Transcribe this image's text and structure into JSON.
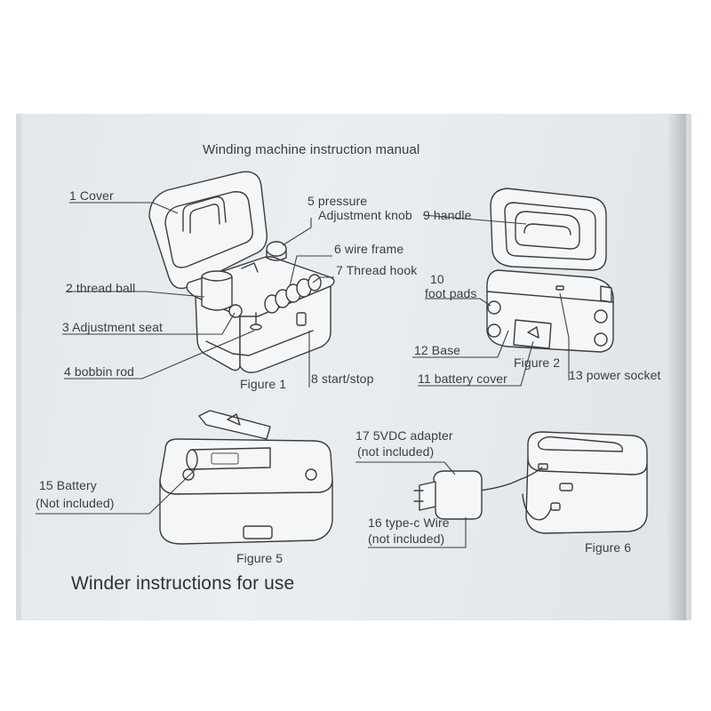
{
  "manual": {
    "title": "Winding machine instruction manual",
    "footer": "Winder instructions for use"
  },
  "labels": {
    "cover": "1 Cover",
    "thread_ball": "2 thread ball",
    "adjustment_seat": "3 Adjustment seat",
    "bobbin_rod": "4 bobbin rod",
    "pressure_knob_line1": "5 pressure",
    "pressure_knob_line2": "Adjustment knob",
    "wire_frame": "6 wire frame",
    "thread_hook": "7 Thread hook",
    "start_stop": "8 start/stop",
    "handle": "9 handle",
    "foot_pads_line1": "10",
    "foot_pads_line2": "foot pads",
    "battery_cover": "11 battery cover",
    "base": "12 Base",
    "power_socket": "13 power socket",
    "battery_line1": "15 Battery",
    "battery_line2": "(Not included)",
    "typec_line1": "16 type-c Wire",
    "typec_line2": "(not included)",
    "adapter_line1": "17 5VDC adapter",
    "adapter_line2": "(not included)"
  },
  "figures": {
    "fig1": "Figure 1",
    "fig2": "Figure 2",
    "fig5": "Figure 5",
    "fig6": "Figure 6"
  }
}
